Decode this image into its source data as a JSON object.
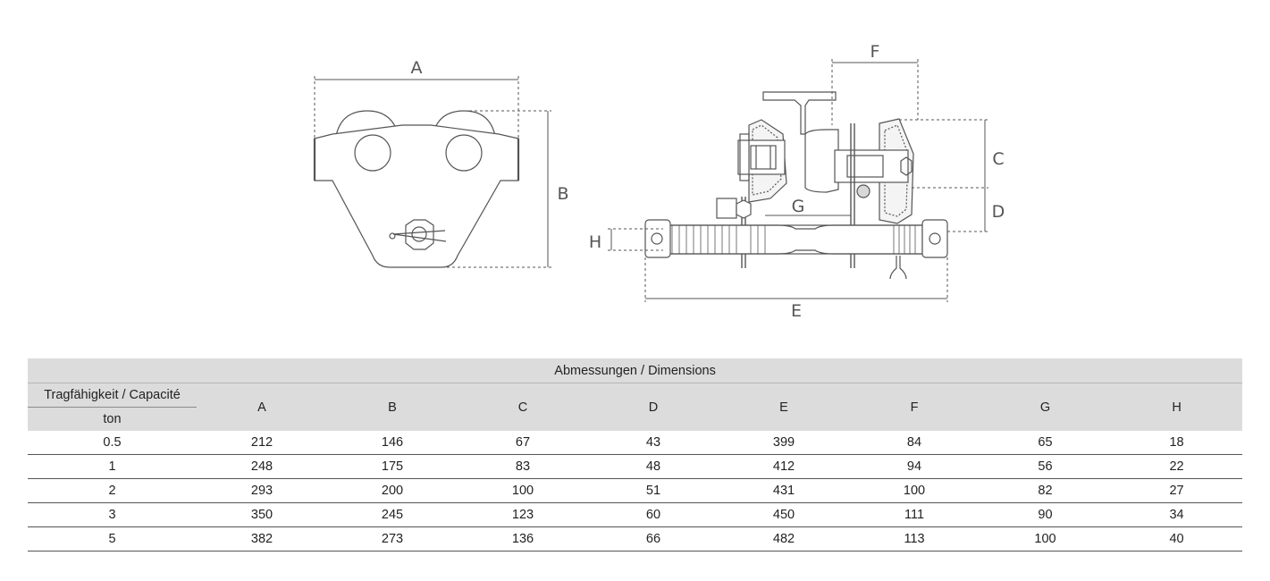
{
  "labels": {
    "A": "A",
    "B": "B",
    "C": "C",
    "D": "D",
    "E": "E",
    "F": "F",
    "G": "G",
    "H": "H"
  },
  "table": {
    "title": "Abmessungen / Dimensions",
    "capacity_header": "Tragfähigkeit / Capacité",
    "unit_header": "ton",
    "columns": [
      "A",
      "B",
      "C",
      "D",
      "E",
      "F",
      "G",
      "H"
    ],
    "rows": [
      {
        "capacity": "0.5",
        "values": [
          "212",
          "146",
          "67",
          "43",
          "399",
          "84",
          "65",
          "18"
        ]
      },
      {
        "capacity": "1",
        "values": [
          "248",
          "175",
          "83",
          "48",
          "412",
          "94",
          "56",
          "22"
        ]
      },
      {
        "capacity": "2",
        "values": [
          "293",
          "200",
          "100",
          "51",
          "431",
          "100",
          "82",
          "27"
        ]
      },
      {
        "capacity": "3",
        "values": [
          "350",
          "245",
          "123",
          "60",
          "450",
          "111",
          "90",
          "34"
        ]
      },
      {
        "capacity": "5",
        "values": [
          "382",
          "273",
          "136",
          "66",
          "482",
          "113",
          "100",
          "40"
        ]
      }
    ]
  },
  "colors": {
    "line": "#555555",
    "header_bg": "#dcdcdc"
  }
}
